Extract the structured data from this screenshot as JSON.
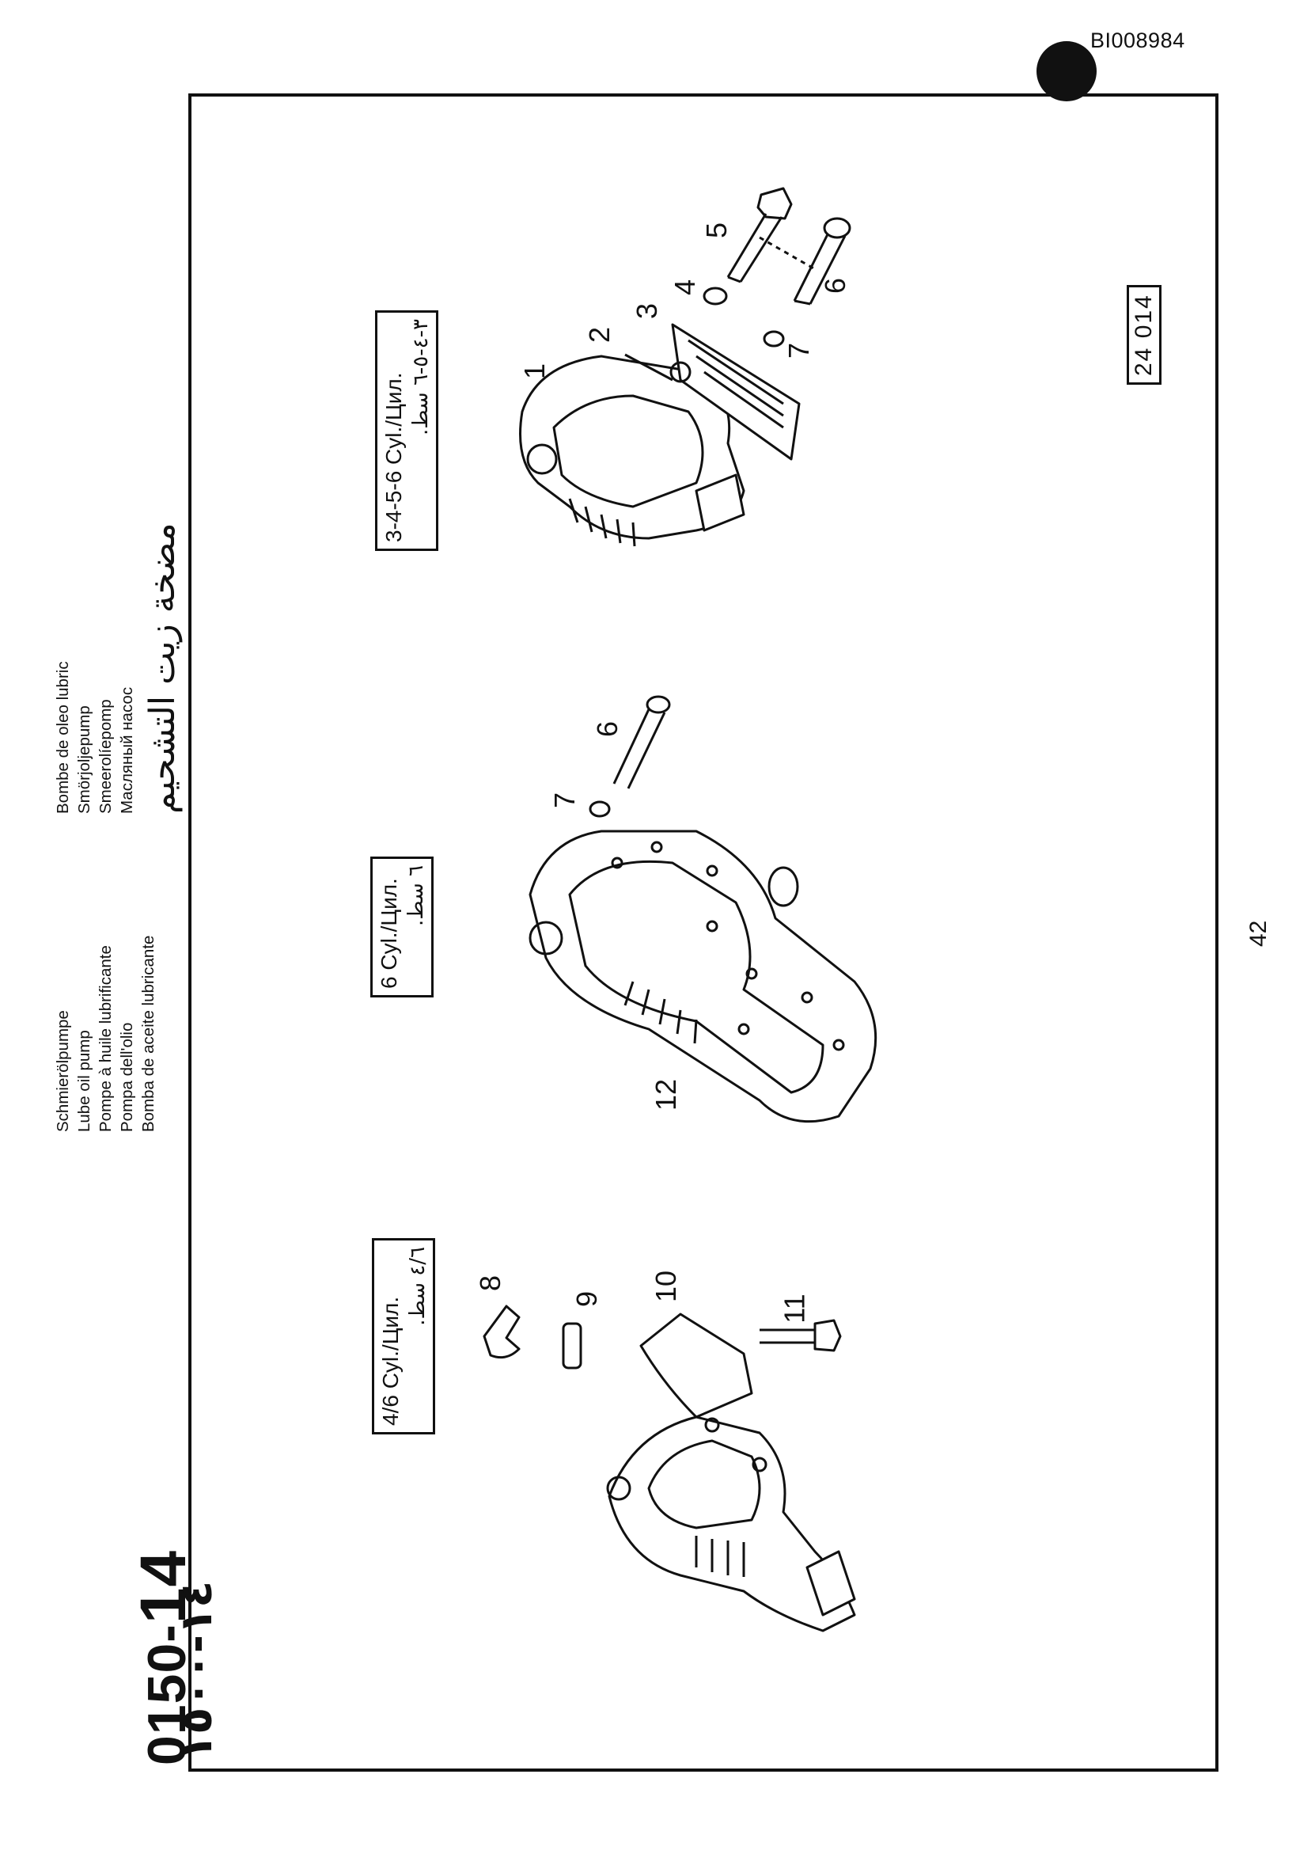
{
  "document_id": "BI008984",
  "section_code": {
    "prefix": "0150-",
    "number": "14",
    "arabic": "١٤-١٥٠٠"
  },
  "titles_left": [
    "Schmierölpumpe",
    "Lube oil pump",
    "Pompe à huile lubrificante",
    "Pompa dell'olio",
    "Bomba de aceite lubricante"
  ],
  "titles_right": [
    "Bombe de oleo lubric",
    "Smörjoljepump",
    "Smeerolíepomp",
    "Масляный насос"
  ],
  "arabic_title": "مضخة زيت التشحيم",
  "variants": [
    {
      "latin": "4/6 Cyl./Цил.",
      "arabic": "٤/٦ سط."
    },
    {
      "latin": "6 Cyl./Цил.",
      "arabic": "٦ سط."
    },
    {
      "latin": "3-4-5-6 Cyl./Цил.",
      "arabic": "٣-٤-٥-٦ سط."
    }
  ],
  "callouts": [
    "1",
    "2",
    "3",
    "4",
    "5",
    "6",
    "7",
    "6",
    "7",
    "8",
    "9",
    "10",
    "11",
    "12"
  ],
  "figure_ref": "24 014",
  "page_number": "42"
}
